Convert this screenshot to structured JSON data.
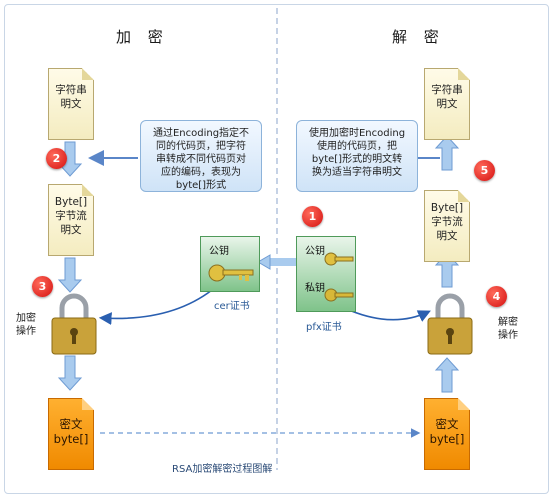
{
  "encrypt_title": "加 密",
  "decrypt_title": "解 密",
  "left": {
    "top_doc": [
      "字符串",
      "明文"
    ],
    "byte_doc": [
      "Byte[]",
      "字节流",
      "明文"
    ],
    "op_label": [
      "加密",
      "操作"
    ],
    "cipher_doc": [
      "密文",
      "byte[]"
    ],
    "step2": "2",
    "step3": "3"
  },
  "right": {
    "top_doc": [
      "字符串",
      "明文"
    ],
    "byte_doc": [
      "Byte[]",
      "字节流",
      "明文"
    ],
    "op_label": [
      "解密",
      "操作"
    ],
    "cipher_doc": [
      "密文",
      "byte[]"
    ],
    "step4": "4",
    "step5": "5"
  },
  "note_left": [
    "通过Encoding指定不",
    "同的代码页，把字符",
    "串转成不同代码页对",
    "应的编码，表现为",
    "byte[]形式"
  ],
  "note_right": [
    "使用加密时Encoding",
    "使用的代码页，把",
    "byte[]形式的明文转",
    "换为适当字符串明文"
  ],
  "cer": {
    "key_label": "公钥",
    "caption": "cer证书"
  },
  "pfx": {
    "public_label": "公钥",
    "private_label": "私钥",
    "caption": "pfx证书",
    "step1": "1"
  },
  "footer": "RSA加密解密过程图解",
  "colors": {
    "arrow": "#5a86c8",
    "cipher": "#f58a00",
    "badge": "#e01818",
    "cert": "#7fc38a"
  }
}
